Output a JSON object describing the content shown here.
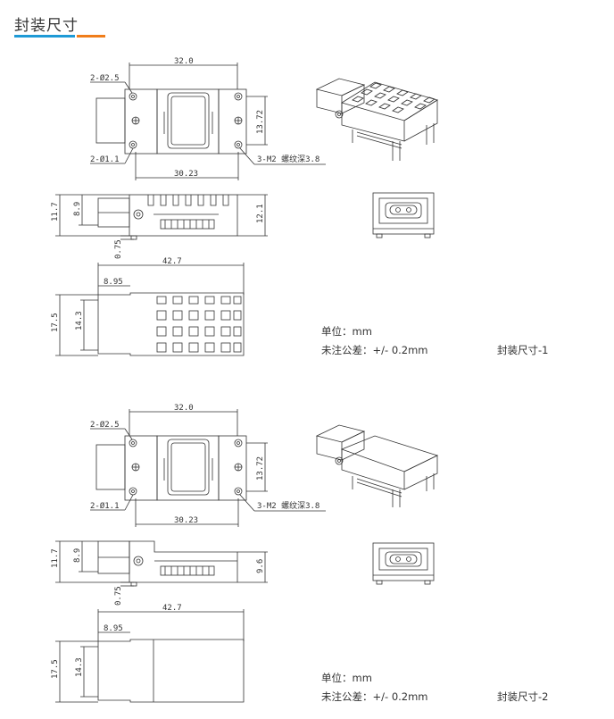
{
  "title": "封装尺寸",
  "colors": {
    "underline_blue": "#1e9ad6",
    "underline_orange": "#f07d1a",
    "line": "#333333"
  },
  "figures": [
    {
      "name": "封装尺寸-1",
      "top_width": "32.0",
      "hole_large": "2-Ø2.5",
      "hole_small": "2-Ø1.1",
      "hole_spacing": "30.23",
      "height_right": "13.72",
      "thread_note": "3-M2 螺纹深3.8",
      "side_h1": "11.7",
      "side_h2": "8.9",
      "side_h3": "12.1",
      "pin_offset": "0.75",
      "bottom_length": "42.7",
      "bottom_step": "8.95",
      "bottom_h1": "17.5",
      "bottom_h2": "14.3",
      "unit_label": "单位：mm",
      "tolerance_label": "未注公差：+/- 0.2mm",
      "caption": "封装尺寸-1"
    },
    {
      "name": "封装尺寸-2",
      "top_width": "32.0",
      "hole_large": "2-Ø2.5",
      "hole_small": "2-Ø1.1",
      "hole_spacing": "30.23",
      "height_right": "13.72",
      "thread_note": "3-M2 螺纹深3.8",
      "side_h1": "11.7",
      "side_h2": "8.9",
      "side_h3": "9.6",
      "pin_offset": "0.75",
      "bottom_length": "42.7",
      "bottom_step": "8.95",
      "bottom_h1": "17.5",
      "bottom_h2": "14.3",
      "unit_label": "单位：mm",
      "tolerance_label": "未注公差：+/- 0.2mm",
      "caption": "封装尺寸-2"
    }
  ]
}
